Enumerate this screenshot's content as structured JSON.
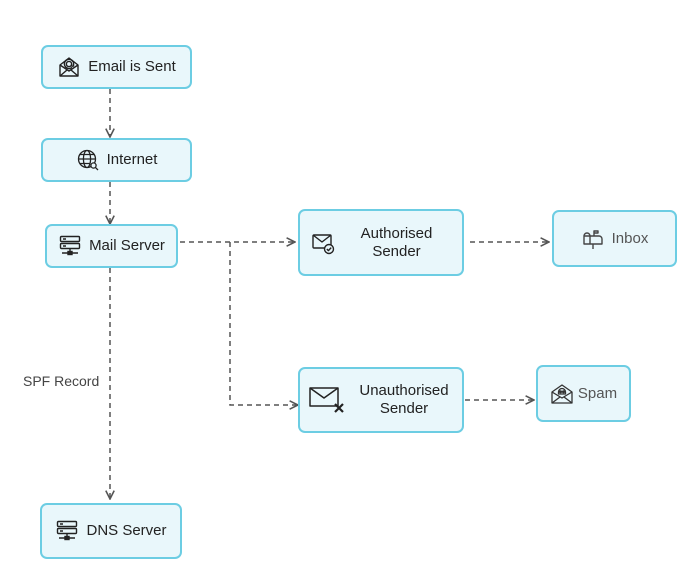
{
  "diagram": {
    "nodes": {
      "email_sent": {
        "label": "Email is Sent",
        "icon": "email-at-icon"
      },
      "internet": {
        "label": "Internet",
        "icon": "globe-search-icon"
      },
      "mail_server": {
        "label": "Mail Server",
        "icon": "server-icon"
      },
      "authorised": {
        "label": "Authorised Sender",
        "icon": "mail-check-icon"
      },
      "unauthorised": {
        "label": "Unauthorised Sender",
        "icon": "mail-x-icon"
      },
      "inbox": {
        "label": "Inbox",
        "icon": "mailbox-icon"
      },
      "spam": {
        "label": "Spam",
        "icon": "mail-skull-icon"
      },
      "dns_server": {
        "label": "DNS Server",
        "icon": "server-icon"
      }
    },
    "edges": {
      "spf_label": "SPF Record"
    },
    "colors": {
      "node_fill": "#e9f7fb",
      "node_border": "#6ccde3",
      "connector": "#555555"
    }
  }
}
